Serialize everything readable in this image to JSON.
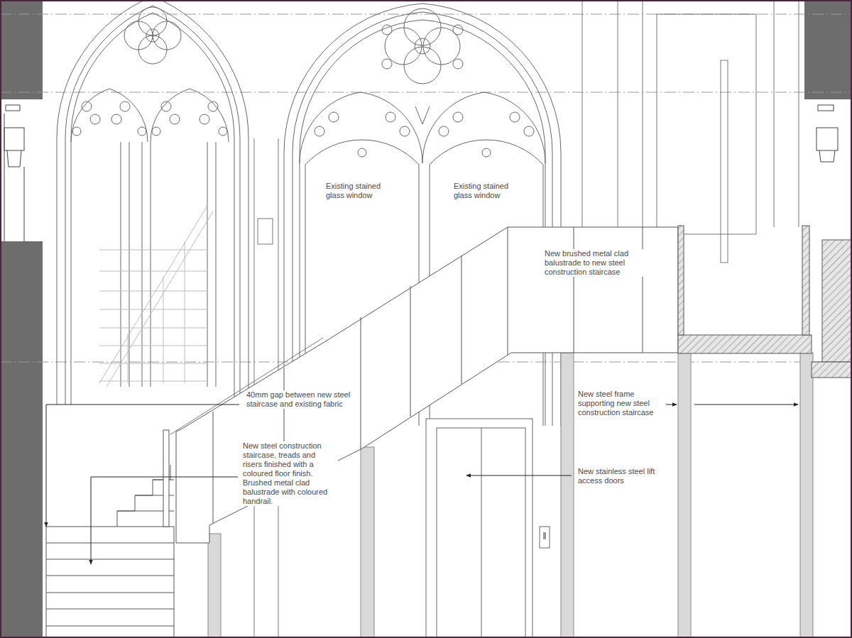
{
  "diagram": {
    "labels": [
      "Existing stained glass window",
      "Existing stained glass window",
      "New brushed metal clad balustrade to new steel construction staircase",
      "40mm gap between new steel staircase and existing fabric",
      "New steel construction staircase, treads and risers finished with a coloured floor finish. Brushed metal clad balustrade with coloured handrail.",
      "New steel frame supporting new steel construction staircase",
      "New stainless steel lift access doors"
    ]
  }
}
